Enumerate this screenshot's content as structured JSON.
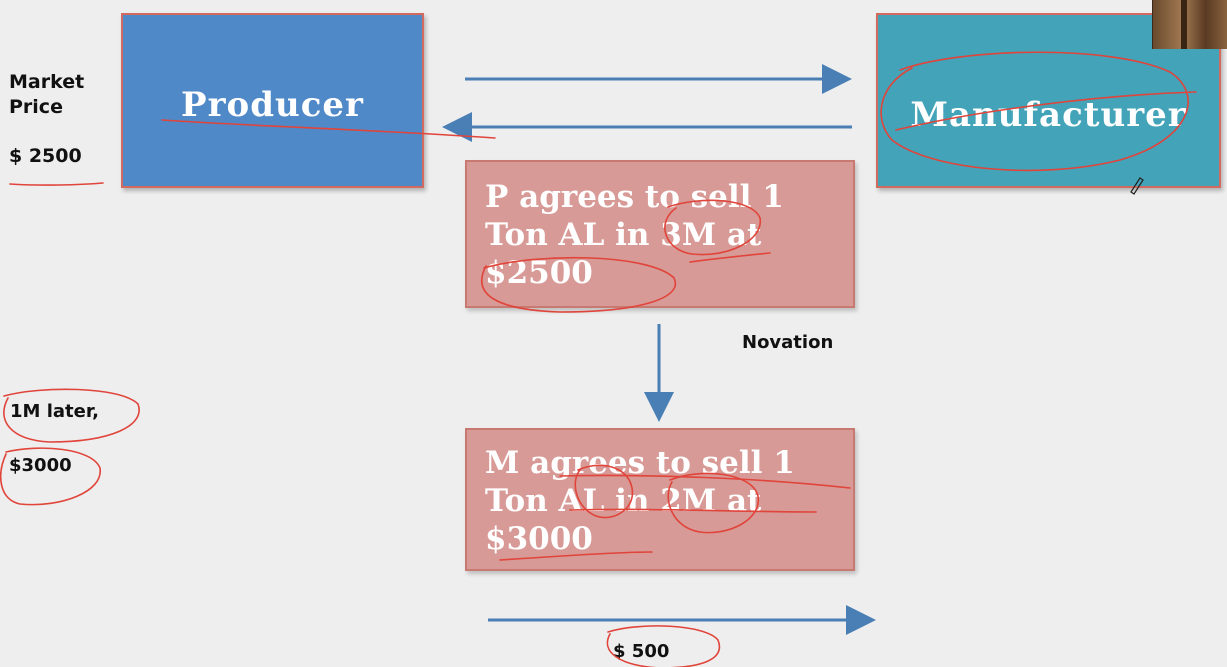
{
  "producer": {
    "label": "Producer"
  },
  "manufacturer": {
    "label": "Manufacturer"
  },
  "deal1": {
    "line1": "P agrees to sell 1",
    "line2": "Ton AL in 3M at",
    "line3": "$2500"
  },
  "deal2": {
    "line1": "M agrees to sell 1",
    "line2": "Ton AL in 2M at",
    "line3": "$3000"
  },
  "novation": {
    "label": "Novation"
  },
  "market": {
    "line1": "Market",
    "line2": "Price",
    "price": "$ 2500"
  },
  "later": {
    "label": "1M later,",
    "price": "$3000"
  },
  "payoff": {
    "label": "$ 500"
  },
  "colors": {
    "producer_box": "#4f89c8",
    "manufacturer_box": "#43a3b8",
    "deal_box": "#d89a96",
    "arrow": "#4a7fb5",
    "annotation_ink": "#e0443a"
  }
}
